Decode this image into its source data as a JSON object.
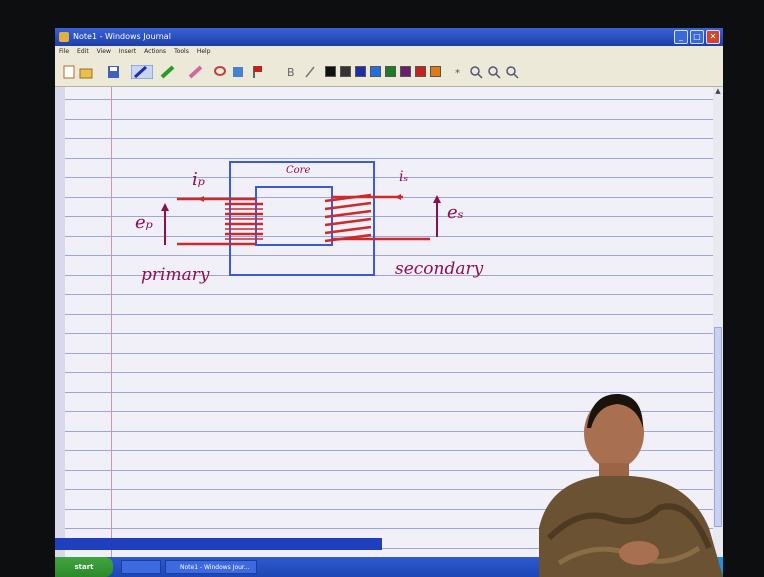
{
  "window": {
    "title": "Note1 - Windows Journal",
    "controls": {
      "minimize": "_",
      "maximize": "□",
      "close": "✕"
    }
  },
  "menu": [
    "File",
    "Edit",
    "View",
    "Insert",
    "Actions",
    "Tools",
    "Help"
  ],
  "toolbar": {
    "palette_colors": [
      "#111111",
      "#333333",
      "#1c2fa8",
      "#1f6fe0",
      "#1f7a2a",
      "#6a1f6a",
      "#c62020",
      "#e07a12"
    ]
  },
  "drawing": {
    "core_label": "Core",
    "primary_current": "iₚ",
    "secondary_current": "iₛ",
    "primary_emf": "eₚ",
    "secondary_emf": "eₛ",
    "primary_label": "primary",
    "secondary_label": "secondary",
    "ink_colors": {
      "core": "#3a5bd8",
      "wire": "#cc2b2b",
      "text": "#8e0e52"
    }
  },
  "taskbar": {
    "start_label": "start",
    "items": [
      "",
      "Note1 - Windows Jour..."
    ]
  }
}
